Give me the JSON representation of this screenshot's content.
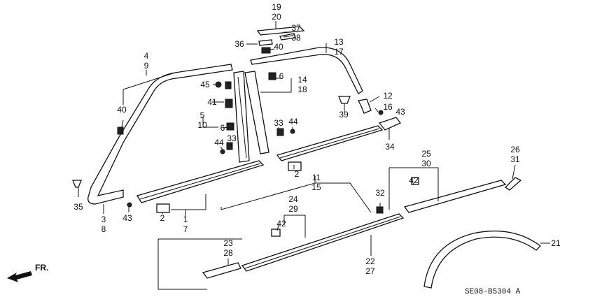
{
  "diagram": {
    "code": "SE08-B5304 A",
    "direction_label": "FR."
  },
  "callouts": [
    {
      "id": "c19_20",
      "lines": [
        "19",
        "20"
      ]
    },
    {
      "id": "c37_38",
      "lines": [
        "37",
        "38"
      ]
    },
    {
      "id": "c36",
      "lines": [
        "36"
      ]
    },
    {
      "id": "c40a",
      "lines": [
        "40"
      ]
    },
    {
      "id": "c13_17",
      "lines": [
        "13",
        "17"
      ]
    },
    {
      "id": "c4_9",
      "lines": [
        "4",
        "9"
      ]
    },
    {
      "id": "c6a",
      "lines": [
        "6"
      ]
    },
    {
      "id": "c14_18",
      "lines": [
        "14",
        "18"
      ]
    },
    {
      "id": "c45",
      "lines": [
        "45"
      ]
    },
    {
      "id": "c12",
      "lines": [
        "12"
      ]
    },
    {
      "id": "c40b",
      "lines": [
        "40"
      ]
    },
    {
      "id": "c41",
      "lines": [
        "41"
      ]
    },
    {
      "id": "c39",
      "lines": [
        "39"
      ]
    },
    {
      "id": "c16",
      "lines": [
        "16"
      ]
    },
    {
      "id": "c43a",
      "lines": [
        "43"
      ]
    },
    {
      "id": "c5_10",
      "lines": [
        "5",
        "10"
      ]
    },
    {
      "id": "c6b",
      "lines": [
        "6"
      ]
    },
    {
      "id": "c33a",
      "lines": [
        "33"
      ]
    },
    {
      "id": "c44a",
      "lines": [
        "44"
      ]
    },
    {
      "id": "c44b",
      "lines": [
        "44"
      ]
    },
    {
      "id": "c33b",
      "lines": [
        "33"
      ]
    },
    {
      "id": "c34",
      "lines": [
        "34"
      ]
    },
    {
      "id": "c26_31",
      "lines": [
        "26",
        "31"
      ]
    },
    {
      "id": "c25_30",
      "lines": [
        "25",
        "30"
      ]
    },
    {
      "id": "c2a",
      "lines": [
        "2"
      ]
    },
    {
      "id": "c11_15",
      "lines": [
        "11",
        "15"
      ]
    },
    {
      "id": "c42a",
      "lines": [
        "42"
      ]
    },
    {
      "id": "c35",
      "lines": [
        "35"
      ]
    },
    {
      "id": "c32",
      "lines": [
        "32"
      ]
    },
    {
      "id": "c24_29",
      "lines": [
        "24",
        "29"
      ]
    },
    {
      "id": "c43b",
      "lines": [
        "43"
      ]
    },
    {
      "id": "c2b",
      "lines": [
        "2"
      ]
    },
    {
      "id": "c1_7",
      "lines": [
        "1",
        "7"
      ]
    },
    {
      "id": "c42b",
      "lines": [
        "42"
      ]
    },
    {
      "id": "c3_8",
      "lines": [
        "3",
        "8"
      ]
    },
    {
      "id": "c23_28",
      "lines": [
        "23",
        "28"
      ]
    },
    {
      "id": "c21",
      "lines": [
        "21"
      ]
    },
    {
      "id": "c22_27",
      "lines": [
        "22",
        "27"
      ]
    }
  ]
}
